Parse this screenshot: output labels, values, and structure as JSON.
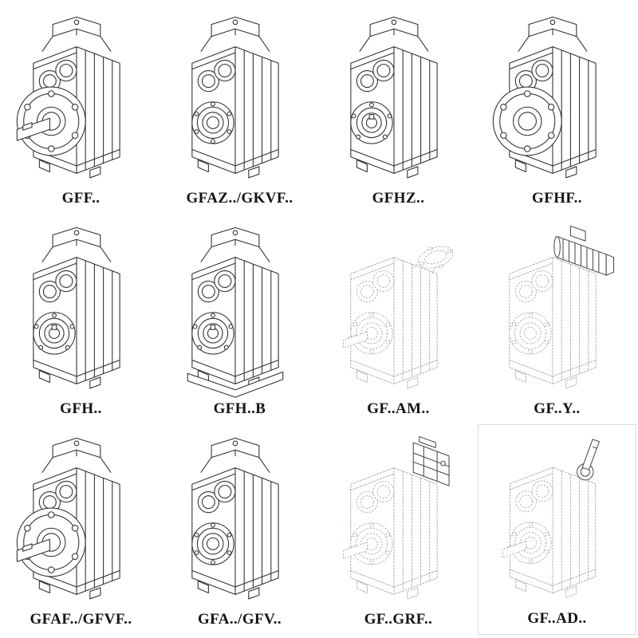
{
  "page": {
    "kind": "gear-unit-mounting-variants-catalog",
    "colors": {
      "ink": "#2c3138",
      "phantom": "#9aa4b0",
      "background": "#ffffff"
    }
  },
  "grid": {
    "items": [
      {
        "label": "GFF..",
        "variant": "flange-mounted-solid-shaft-icon"
      },
      {
        "label": "GFAZ../GKVF..",
        "variant": "shaft-mounted-hollow-shaft-icon"
      },
      {
        "label": "GFHZ..",
        "variant": "hollow-shaft-keyway-icon"
      },
      {
        "label": "GFHF..",
        "variant": "flange-mounted-hollow-shaft-icon"
      },
      {
        "label": "GFH..",
        "variant": "hollow-shaft-keyway-icon"
      },
      {
        "label": "GFH..B",
        "variant": "hollow-shaft-base-plate-icon"
      },
      {
        "label": "GF..AM..",
        "variant": "motor-adapter-flange-phantom-icon"
      },
      {
        "label": "GF..Y..",
        "variant": "integral-motor-phantom-icon"
      },
      {
        "label": "GFAF../GFVF..",
        "variant": "flange-mounted-solid-shaft-icon"
      },
      {
        "label": "GFA../GFV..",
        "variant": "shaft-mounted-hollow-shaft-icon"
      },
      {
        "label": "GF..GRF..",
        "variant": "input-adapter-box-phantom-icon"
      },
      {
        "label": "GF..AD..",
        "variant": "input-shaft-adapter-phantom-icon"
      }
    ]
  }
}
